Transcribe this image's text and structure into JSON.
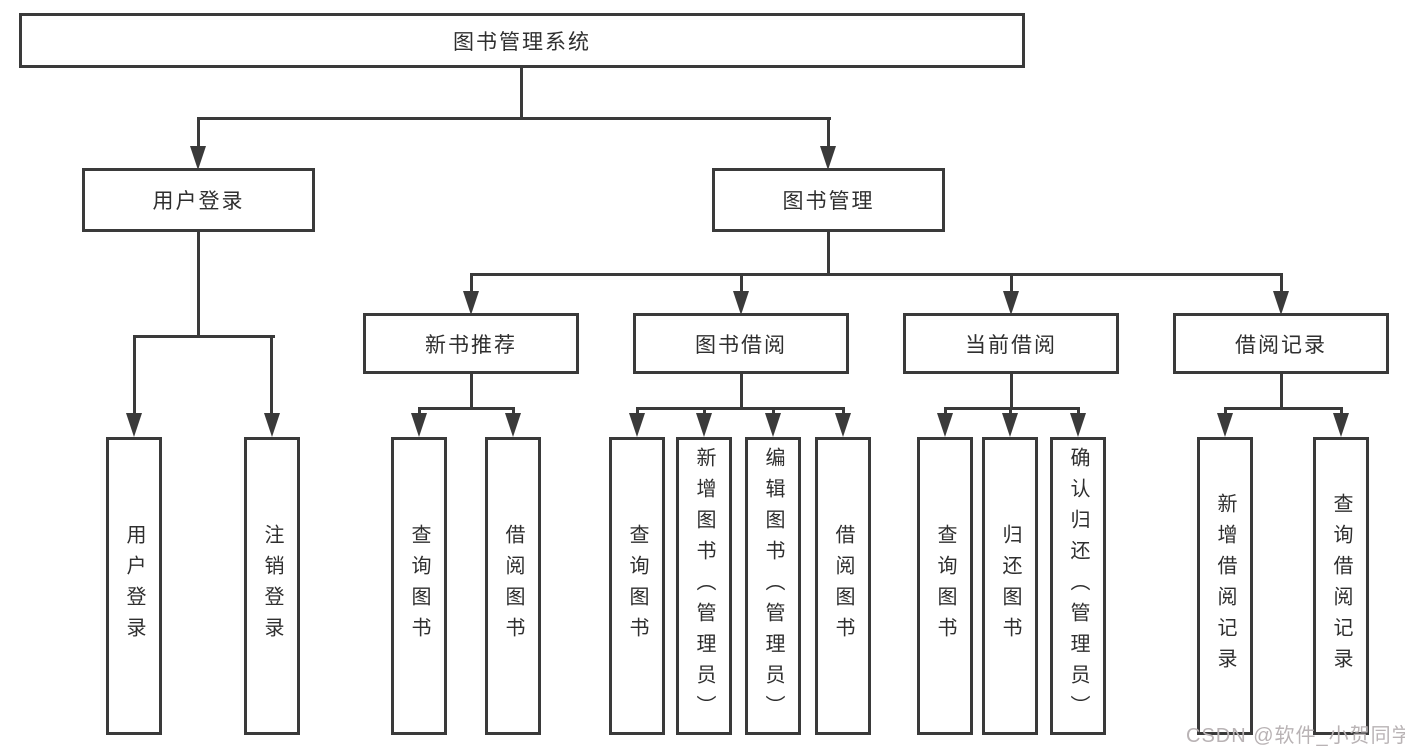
{
  "title": "图书管理系统",
  "watermark": "CSDN @软件_小贺同学",
  "colors": {
    "line": "#3a3a3a",
    "text": "#2f2f2f",
    "watermark": "#b9b3b5"
  },
  "level2": [
    {
      "label": "用户登录"
    },
    {
      "label": "图书管理"
    }
  ],
  "level3": [
    {
      "label": "新书推荐"
    },
    {
      "label": "图书借阅"
    },
    {
      "label": "当前借阅"
    },
    {
      "label": "借阅记录"
    }
  ],
  "leaves": [
    {
      "label": "用户登录"
    },
    {
      "label": "注销登录"
    },
    {
      "label": "查询图书"
    },
    {
      "label": "借阅图书"
    },
    {
      "label": "查询图书"
    },
    {
      "label": "新增图书（管理员）"
    },
    {
      "label": "编辑图书（管理员）"
    },
    {
      "label": "借阅图书"
    },
    {
      "label": "查询图书"
    },
    {
      "label": "归还图书"
    },
    {
      "label": "确认归还（管理员）"
    },
    {
      "label": "新增借阅记录"
    },
    {
      "label": "查询借阅记录"
    }
  ]
}
